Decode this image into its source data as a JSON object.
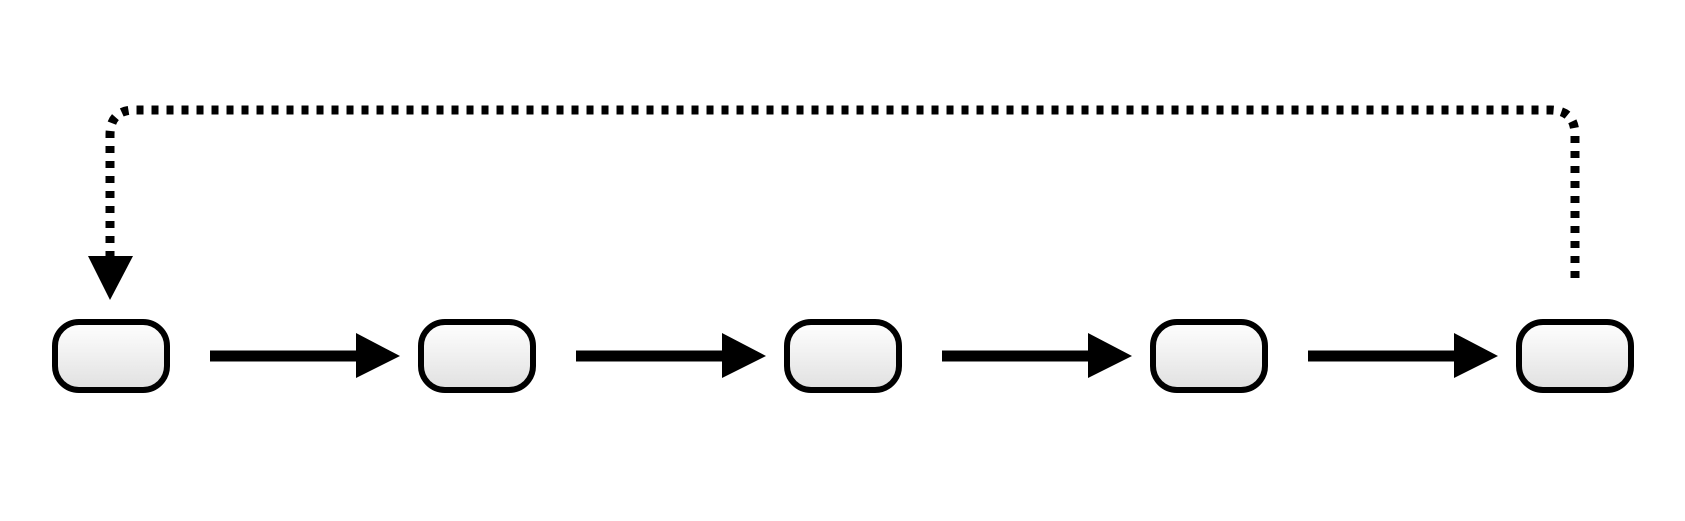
{
  "diagram": {
    "type": "flowchart",
    "nodes": [
      {
        "id": "node-1",
        "label": ""
      },
      {
        "id": "node-2",
        "label": ""
      },
      {
        "id": "node-3",
        "label": ""
      },
      {
        "id": "node-4",
        "label": ""
      },
      {
        "id": "node-5",
        "label": ""
      }
    ],
    "edges": [
      {
        "from": "node-1",
        "to": "node-2",
        "style": "solid"
      },
      {
        "from": "node-2",
        "to": "node-3",
        "style": "solid"
      },
      {
        "from": "node-3",
        "to": "node-4",
        "style": "solid"
      },
      {
        "from": "node-4",
        "to": "node-5",
        "style": "solid"
      },
      {
        "from": "node-5",
        "to": "node-1",
        "style": "dotted"
      }
    ],
    "colors": {
      "stroke": "#000000",
      "node_fill_top": "#ffffff",
      "node_fill_bottom": "#e0e0e0",
      "background": "#ffffff"
    }
  }
}
